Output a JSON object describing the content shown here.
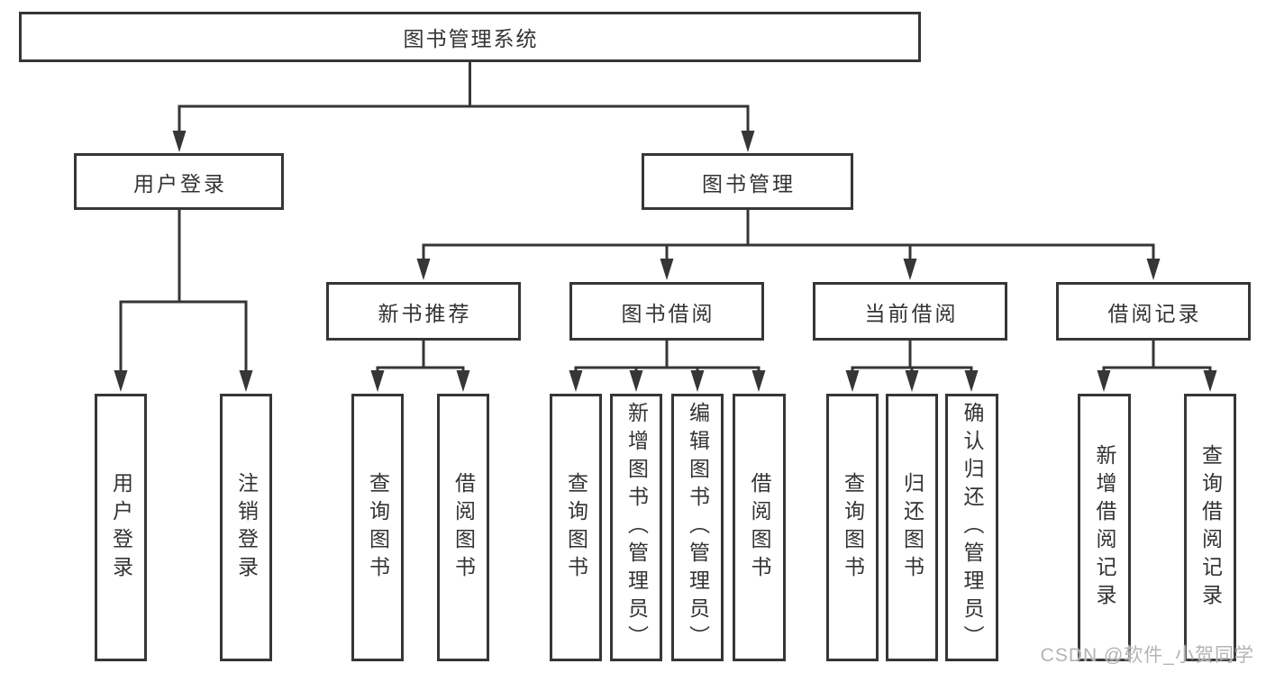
{
  "diagram": {
    "root": "图书管理系统",
    "level2": [
      "用户登录",
      "图书管理"
    ],
    "level3": [
      "新书推荐",
      "图书借阅",
      "当前借阅",
      "借阅记录"
    ],
    "leaves": {
      "user_login": [
        "用户登录",
        "注销登录"
      ],
      "new_books": [
        "查询图书",
        "借阅图书"
      ],
      "book_borrow": [
        "查询图书",
        "新增图书（管理员）",
        "编辑图书（管理员）",
        "借阅图书"
      ],
      "current_borrow": [
        "查询图书",
        "归还图书",
        "确认归还（管理员）"
      ],
      "borrow_records": [
        "新增借阅记录",
        "查询借阅记录"
      ]
    }
  },
  "watermark": "CSDN @软件_小贺同学",
  "colors": {
    "line": "#363636",
    "text": "#333333",
    "background": "#ffffff",
    "watermark": "#b4b4b4"
  }
}
